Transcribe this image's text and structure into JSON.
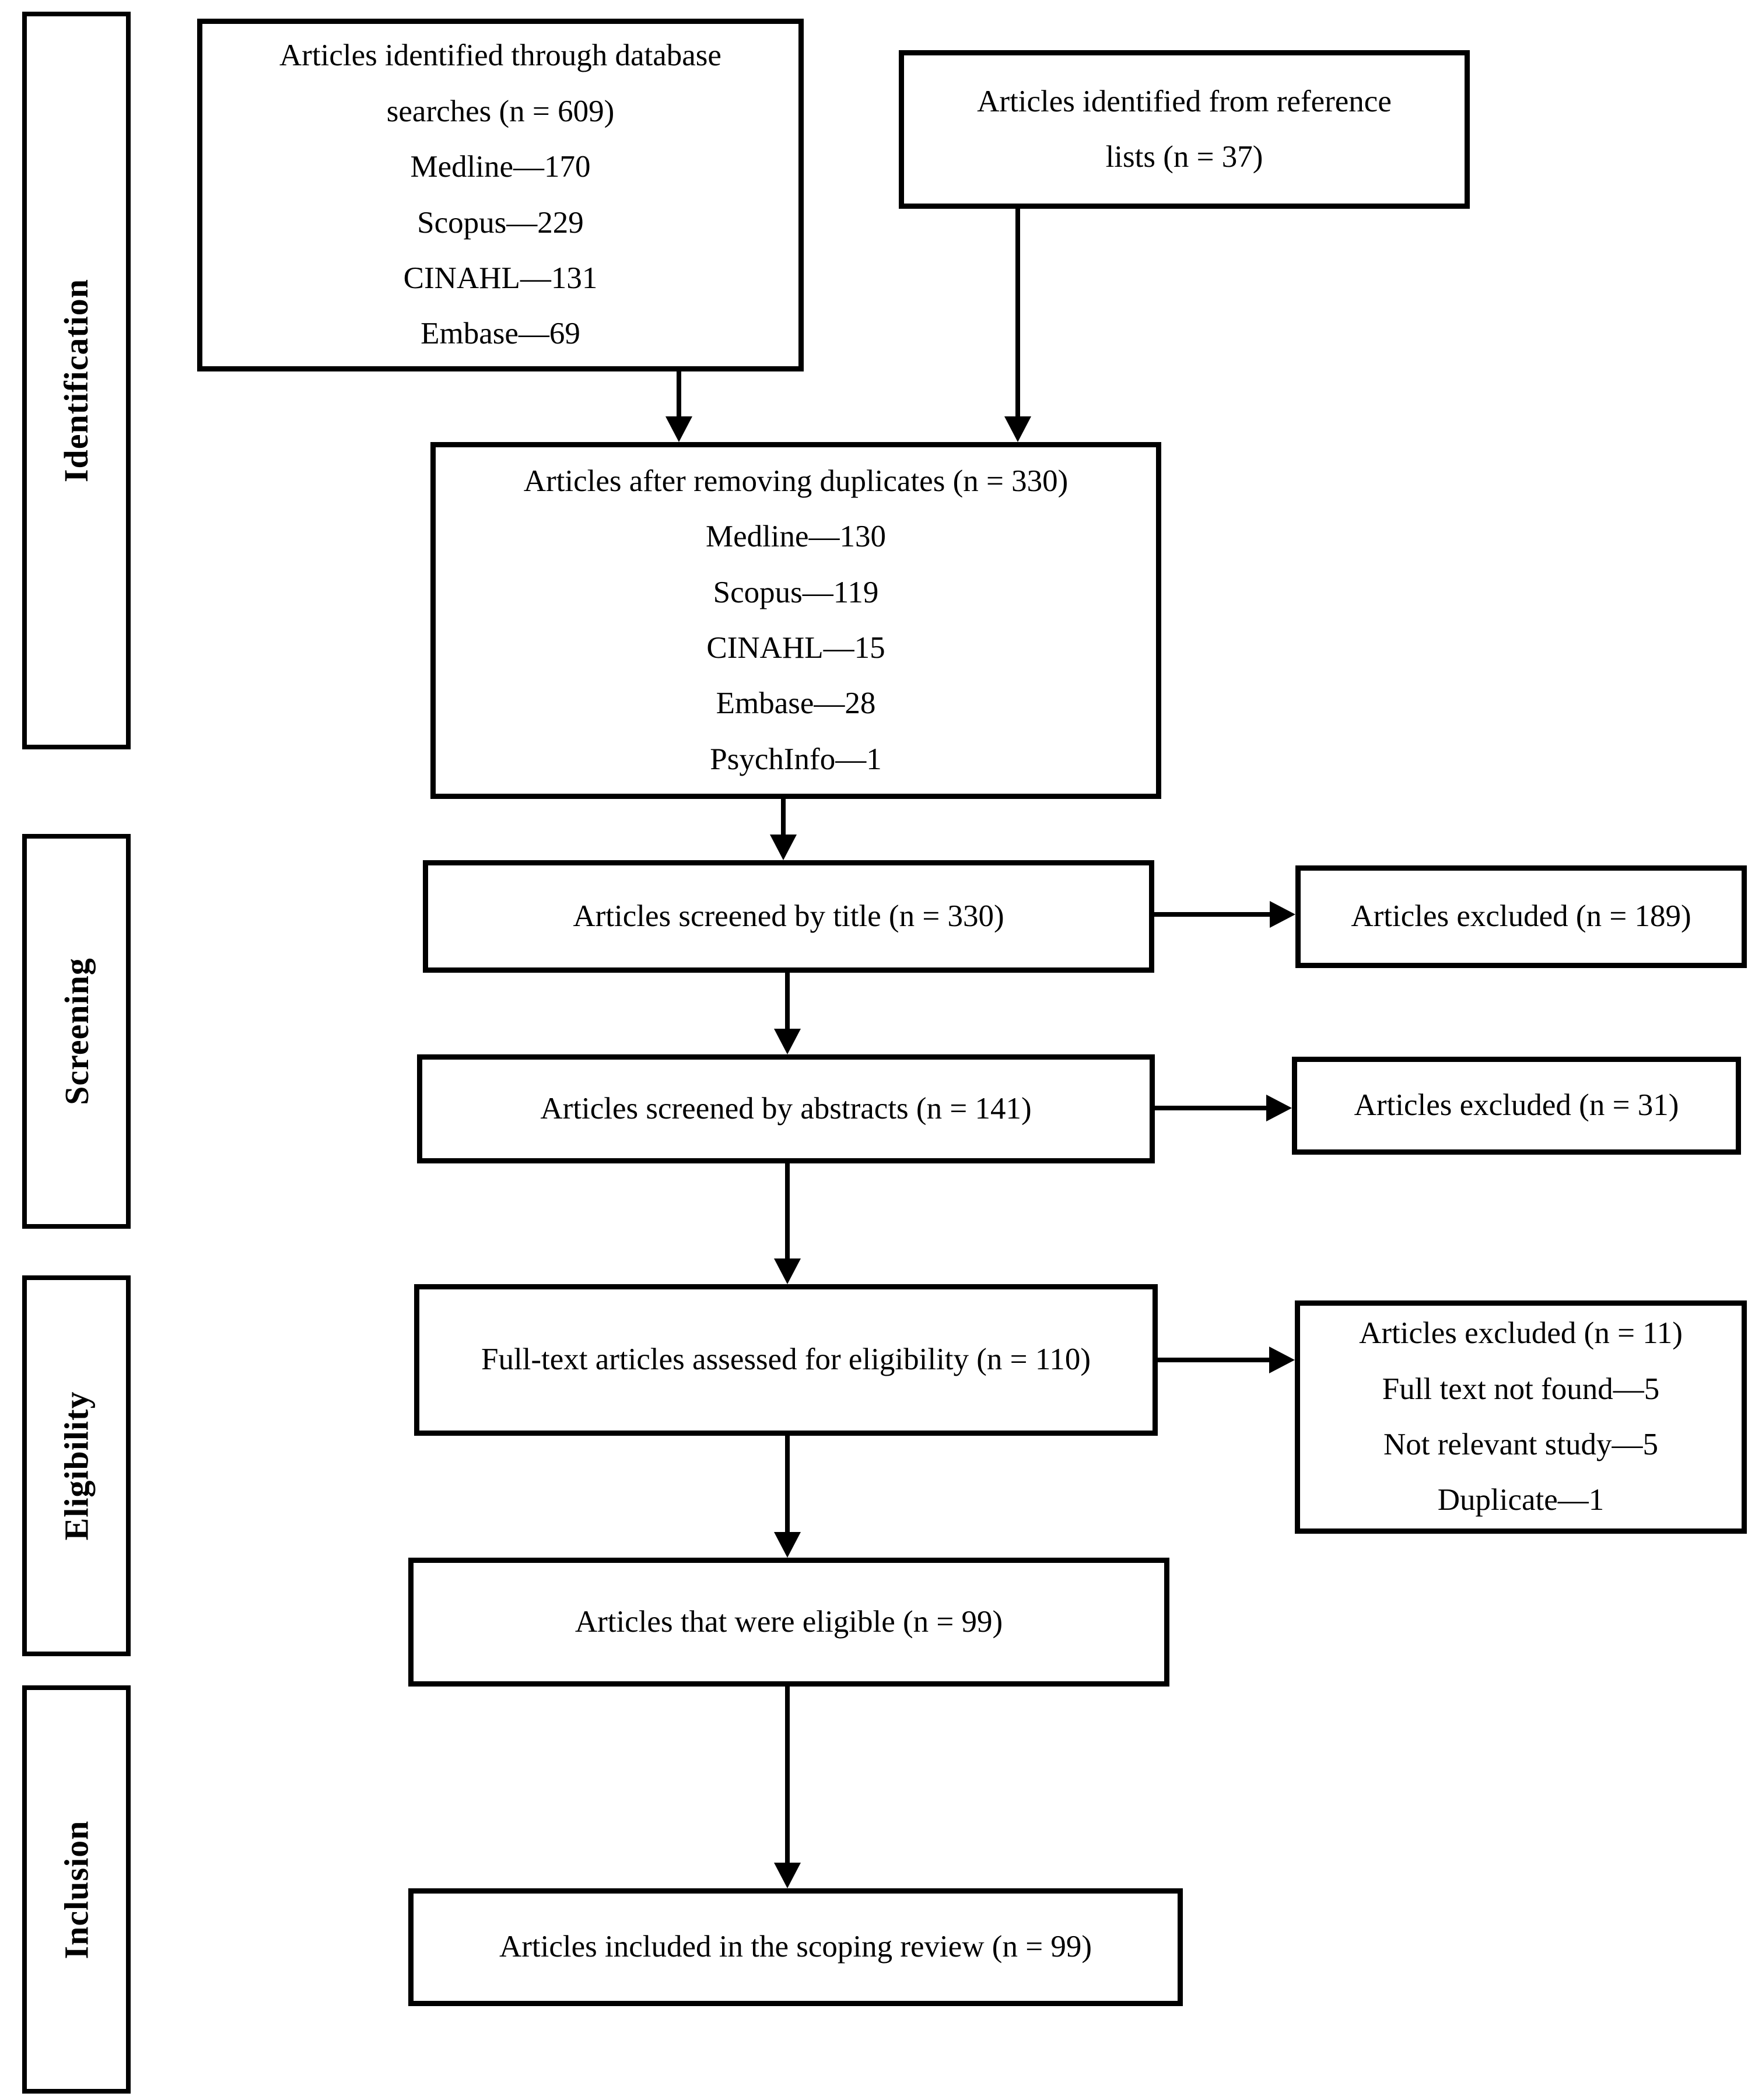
{
  "colors": {
    "line": "#000000",
    "background": "#ffffff",
    "text": "#000000"
  },
  "stages": [
    {
      "label": "Identification"
    },
    {
      "label": "Screening"
    },
    {
      "label": "Eligibility"
    },
    {
      "label": "Inclusion"
    }
  ],
  "boxes": {
    "identified_database": {
      "lines": [
        "Articles identified through database",
        "searches (n = 609)",
        "Medline—170",
        "Scopus—229",
        "CINAHL—131",
        "Embase—69"
      ]
    },
    "identified_reference": {
      "lines": [
        "Articles identified from reference",
        "lists (n = 37)"
      ]
    },
    "after_duplicates": {
      "lines": [
        "Articles after removing duplicates (n = 330)",
        "Medline—130",
        "Scopus—119",
        "CINAHL—15",
        "Embase—28",
        "PsychInfo—1"
      ]
    },
    "screened_title": {
      "lines": [
        "Articles screened by title (n = 330)"
      ]
    },
    "excluded_title": {
      "lines": [
        "Articles excluded (n = 189)"
      ]
    },
    "screened_abstracts": {
      "lines": [
        "Articles screened by abstracts (n = 141)"
      ]
    },
    "excluded_abstracts": {
      "lines": [
        "Articles excluded (n = 31)"
      ]
    },
    "fulltext_assessed": {
      "lines": [
        "Full-text articles assessed for eligibility (n = 110)"
      ]
    },
    "excluded_fulltext": {
      "lines": [
        "Articles excluded (n = 11)",
        "Full text not found—5",
        "Not relevant study—5",
        "Duplicate—1"
      ]
    },
    "eligible": {
      "lines": [
        "Articles that were eligible (n = 99)"
      ]
    },
    "included": {
      "lines": [
        "Articles included in the scoping review (n = 99)"
      ]
    }
  }
}
